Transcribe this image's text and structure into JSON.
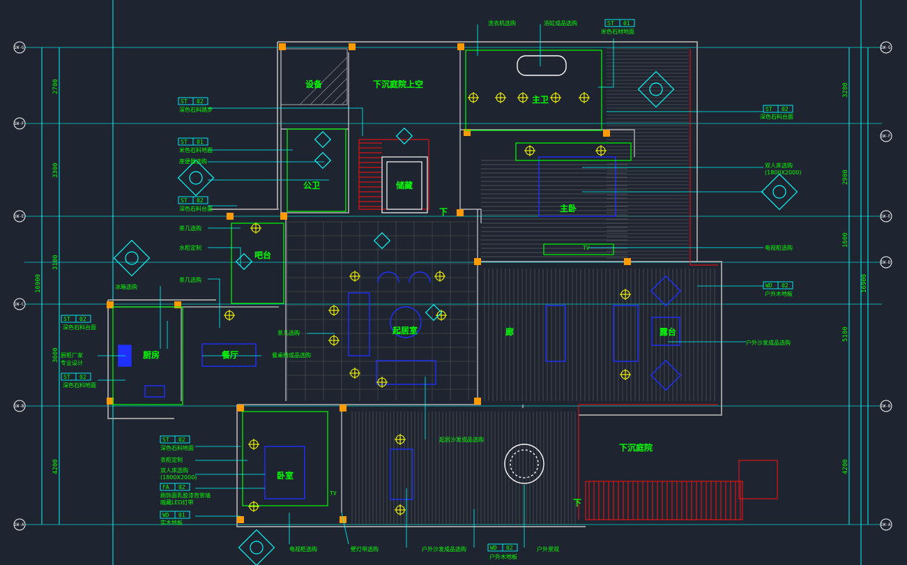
{
  "colors": {
    "background": "#1f2530",
    "cyan": "#00ffff",
    "green": "#00ff00",
    "blue": "#2030ff",
    "red": "#ff1010",
    "orange": "#ff9a00",
    "white": "#ffffff",
    "gray": "#9a9a9a"
  },
  "rooms": {
    "equipment": "设备",
    "sunken_void": "下沉庭院上空",
    "master_bath": "主卫",
    "public_wc": "公卫",
    "storage": "储藏",
    "master_bedroom": "主卧",
    "living": "起居室",
    "terrace": "露台",
    "kitchen": "厨房",
    "dining": "餐厅",
    "bedroom": "卧室",
    "sunken_court": "下沉庭院",
    "stair_down_1": "下",
    "stair_down_2": "下",
    "bar": "吧台",
    "porch": "廊"
  },
  "notes": {
    "n_closet_select": "洗衣机选购",
    "n_bath_select": "浴缸成品选购",
    "n_stone_top": "米色石材地面",
    "n_dark_step": "深色石料踏步",
    "n_stone_floor_l": "米色石料地面",
    "n_toilet_select": "座便器选购",
    "n_dark_stone_l": "深色石料台面",
    "n_tea_select": "茶几选购",
    "n_wine_cab": "水柜定制",
    "n_tea_select2": "茶几选购",
    "n_fridge_select": "冰箱选购",
    "n_dark_stone_k": "深色石料台面",
    "n_kitchen_vendor1": "厨柜厂家",
    "n_kitchen_vendor2": "专业设计",
    "n_dark_stone_k2": "深色石料地面",
    "n_dark_stone_r": "深色石料台面",
    "n_bed_select1": "双人床选购",
    "n_bed_select2": "(1800X2000)",
    "n_tv_select": "电视柜选购",
    "n_wood_floor": "户外木地板",
    "n_outdoor_sofa": "户外沙发成品选购",
    "n_sofa_select": "茶几选购",
    "n_dining_select": "餐桌椅成品选购",
    "n_living_sofa": "起居沙发成品选购",
    "n_dark_stone_b": "深色石料地面",
    "n_closet_custom": "衣柜定制",
    "n_bed_select_b1": "双人床选购",
    "n_bed_select_b2": "(1800X2000)",
    "n_wall_paint1": "刷饰面乳胶漆背景墙",
    "n_wall_paint2": "暗藏LED灯带",
    "n_solid_floor": "实木地板",
    "n_tv_cab_b": "电视柜选购",
    "n_wall_lamp": "壁灯带选购",
    "n_outdoor_sofa_b": "户外沙发成品选购",
    "n_outdoor_wood_b": "户外木地板",
    "n_outdoor_view": "户外景观"
  },
  "tags": {
    "st02_a": "ST",
    "st02_a_num": "02",
    "st01_top": "ST",
    "st01_top_num": "01",
    "st01_l": "ST",
    "st01_l_num": "01",
    "st02_l": "ST",
    "st02_l_num": "02",
    "st02_r": "ST",
    "st02_r_num": "02",
    "st02_k": "ST",
    "st02_k_num": "02",
    "st02_k2": "ST",
    "st02_k2_num": "02",
    "wd02_r": "WD",
    "wd02_r_num": "02",
    "st02_b": "ST",
    "st02_b_num": "02",
    "fa02_b": "FA",
    "fa02_b_num": "02",
    "wd01_b": "WD",
    "wd01_b_num": "01",
    "wd02_bot": "WD",
    "wd02_bot_num": "02"
  },
  "dims_left": [
    "2700",
    "3300",
    "3100",
    "3600",
    "4200"
  ],
  "dims_left_total": "16900",
  "dims_right": [
    "3200",
    "2900",
    "1600",
    "5100",
    "4200"
  ],
  "dims_right_total": "16900",
  "axis_labels": [
    "1W-G",
    "1W-F",
    "1W-E",
    "1W-D",
    "1W-C",
    "1W-B",
    "1W-A"
  ],
  "tv_marks": [
    "TV",
    "TV"
  ]
}
